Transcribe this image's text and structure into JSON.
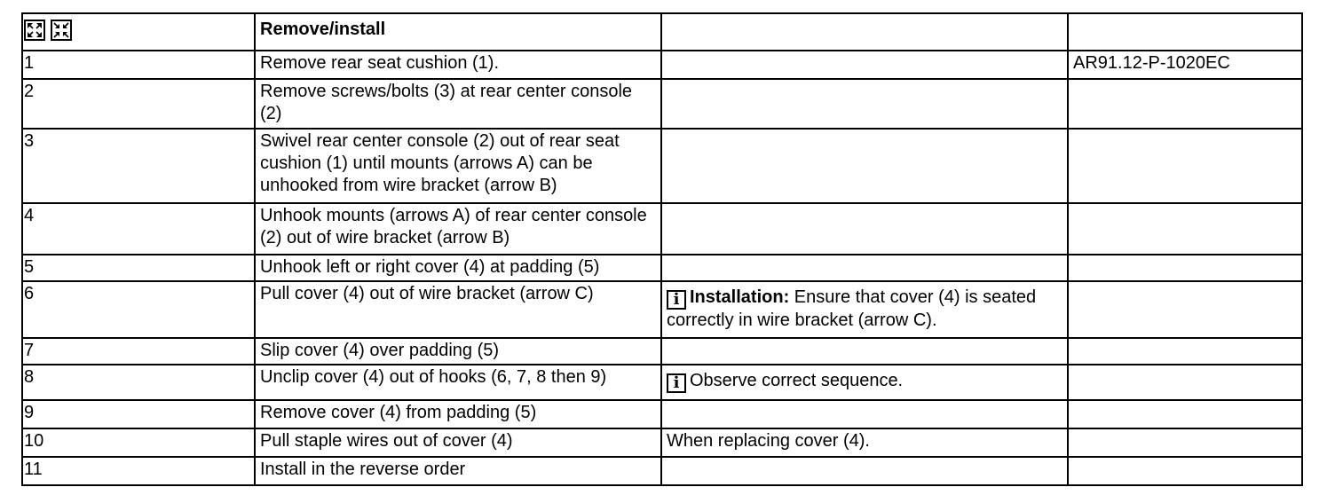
{
  "header": {
    "title": "Remove/install",
    "expand_icon": "expand-all-icon",
    "collapse_icon": "collapse-all-icon"
  },
  "rows": [
    {
      "step": "1",
      "action": "Remove rear seat cushion (1).",
      "note": "",
      "ref": "AR91.12-P-1020EC"
    },
    {
      "step": "2",
      "action": "Remove screws/bolts (3) at rear center console (2)",
      "note": "",
      "ref": ""
    },
    {
      "step": "3",
      "action": "Swivel rear center console (2) out of rear seat cushion (1) until mounts (arrows A) can be unhooked from wire bracket (arrow B)",
      "note": "",
      "ref": ""
    },
    {
      "step": "4",
      "action": "Unhook mounts (arrows A) of rear center console (2) out of wire bracket (arrow B)",
      "note": "",
      "ref": ""
    },
    {
      "step": "5",
      "action": "Unhook left or right cover (4) at padding (5)",
      "note": "",
      "ref": ""
    },
    {
      "step": "6",
      "action": "Pull cover (4) out of wire bracket (arrow C)",
      "note_label": "Installation:",
      "note": "Ensure that cover (4) is seated correctly in wire bracket (arrow C).",
      "ref": ""
    },
    {
      "step": "7",
      "action": "Slip cover (4) over padding (5)",
      "note": "",
      "ref": ""
    },
    {
      "step": "8",
      "action": "Unclip cover (4) out of hooks (6, 7, 8 then 9)",
      "note": "Observe correct sequence.",
      "ref": ""
    },
    {
      "step": "9",
      "action": "Remove cover (4) from padding (5)",
      "note": "",
      "ref": ""
    },
    {
      "step": "10",
      "action": "Pull staple wires out of cover (4)",
      "note": "When replacing cover (4).",
      "ref": ""
    },
    {
      "step": "11",
      "action": "Install in the reverse order",
      "note": "",
      "ref": ""
    }
  ],
  "icons": {
    "info": "i"
  }
}
